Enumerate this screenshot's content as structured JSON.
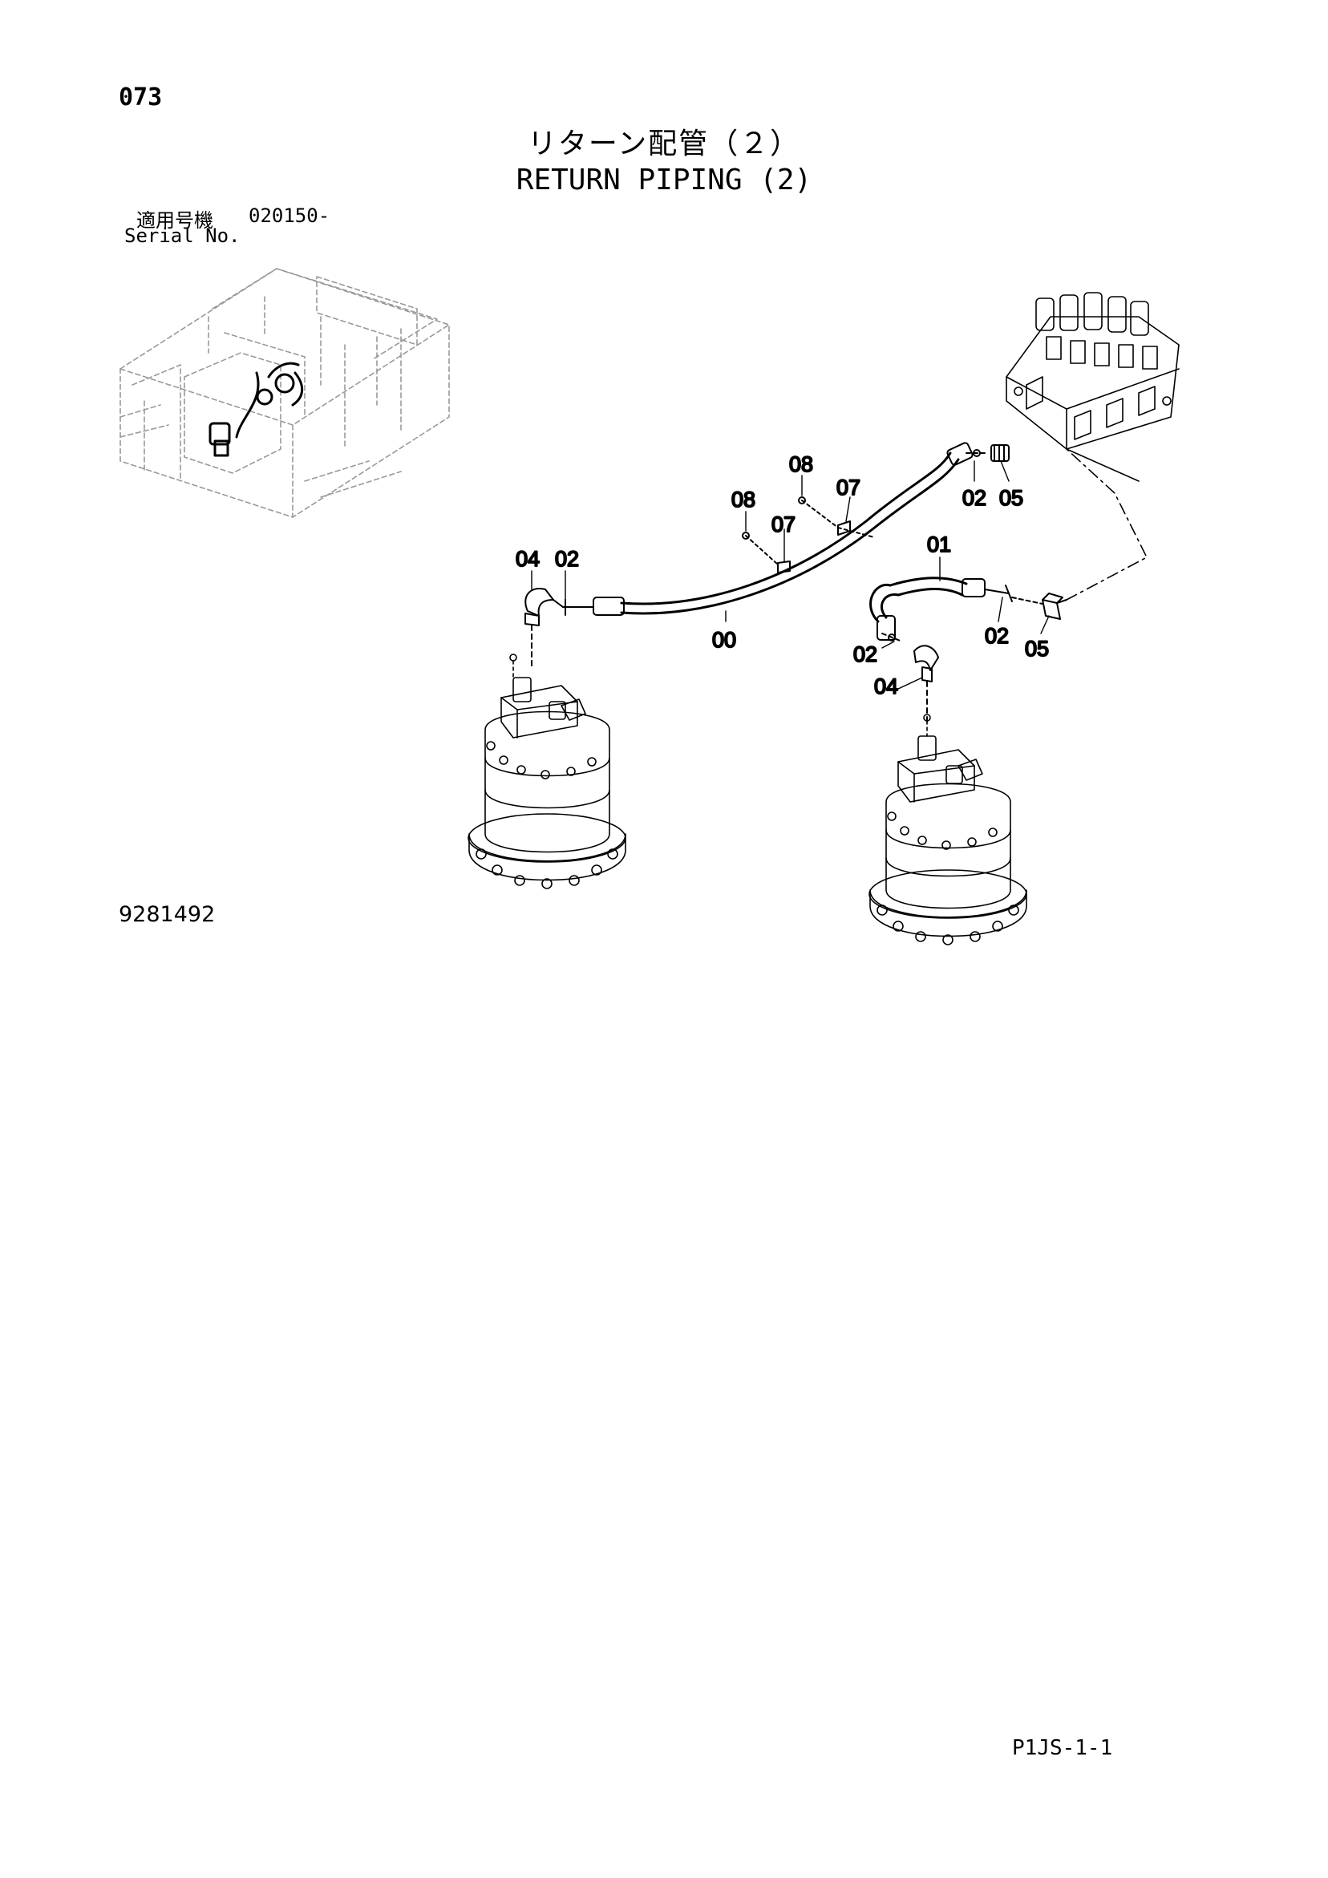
{
  "header": {
    "page_number": "073",
    "title_jp": "リターン配管（２）",
    "title_en": "RETURN PIPING (2)",
    "serial_label_jp": "適用号機",
    "serial_value": "020150-",
    "serial_label_en": "Serial No."
  },
  "callouts": {
    "hose_main": "00",
    "hose_short": "01",
    "oring_1": "02",
    "oring_2": "02",
    "oring_3": "02",
    "oring_4": "02",
    "elbow_left": "04",
    "elbow_right": "04",
    "adapter_top": "05",
    "adapter_mid": "05",
    "clamp_1": "07",
    "clamp_2": "07",
    "bolt_1": "08",
    "bolt_2": "08"
  },
  "footer": {
    "drawing_number": "9281492",
    "page_code": "P1JS-1-1"
  }
}
